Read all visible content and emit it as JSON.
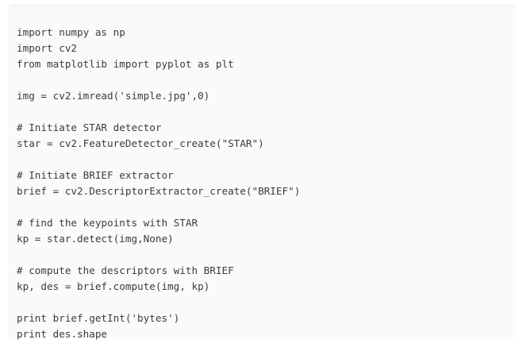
{
  "panel": {
    "background_color": "#fafafa",
    "rule_color": "#e8e8e8",
    "text_color": "#3b3b3b"
  },
  "code": {
    "language": "python",
    "lines": [
      "import numpy as np",
      "import cv2",
      "from matplotlib import pyplot as plt",
      "",
      "img = cv2.imread('simple.jpg',0)",
      "",
      "# Initiate STAR detector",
      "star = cv2.FeatureDetector_create(\"STAR\")",
      "",
      "# Initiate BRIEF extractor",
      "brief = cv2.DescriptorExtractor_create(\"BRIEF\")",
      "",
      "# find the keypoints with STAR",
      "kp = star.detect(img,None)",
      "",
      "# compute the descriptors with BRIEF",
      "kp, des = brief.compute(img, kp)",
      "",
      "print brief.getInt('bytes')",
      "print des.shape"
    ]
  }
}
